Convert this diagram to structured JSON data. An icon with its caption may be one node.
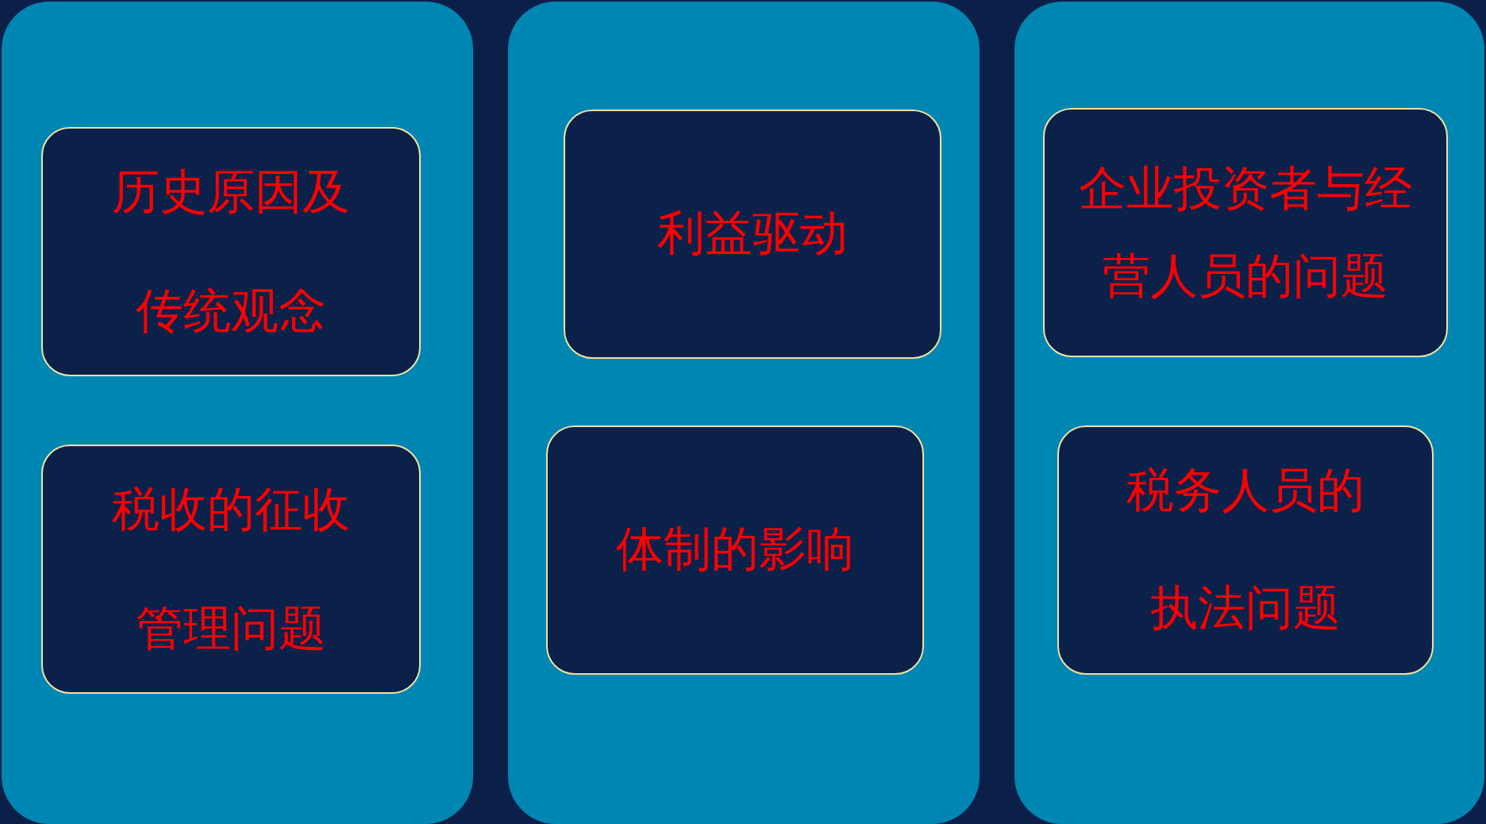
{
  "diagram": {
    "nodes": [
      {
        "text": [],
        "shape": "box"
      },
      {
        "text": [
          "历史原因及传统观念"
        ],
        "in": 0
      },
      {
        "text": [
          "税收的征收管理问题"
        ],
        "in": 0
      },
      {
        "text": [],
        "shape": "box"
      },
      {
        "text": [
          "利益驱动"
        ],
        "in": 3
      },
      {
        "text": [
          "体制的影响"
        ],
        "in": 3
      },
      {
        "text": [],
        "shape": "box"
      },
      {
        "text": [
          "企业投资者与经营人员的问题"
        ],
        "in": 6
      },
      {
        "text": [
          "税务人员的执法问题"
        ],
        "in": 6
      }
    ]
  }
}
